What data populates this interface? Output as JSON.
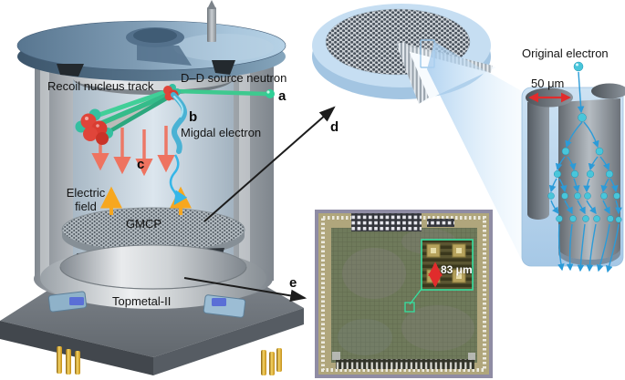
{
  "labels": {
    "recoil_nucleus_track": "Recoil nucleus track",
    "dd_source_neutron": "D–D source neutron",
    "migdal_electron": "Migdal electron",
    "electric_field": {
      "line1": "Electric",
      "line2": "field"
    },
    "gmcp": "GMCP",
    "topmetal": "Topmetal-II",
    "original_electron": "Original electron",
    "channel_diameter_scale": "50 μm",
    "pixel_pitch_scale": "83 μm"
  },
  "panel_markers": {
    "a": "a",
    "b": "b",
    "c": "c",
    "d": "d",
    "e": "e"
  },
  "colors": {
    "lid_steel_blue": "#7e9cb4",
    "chamber_gray": "#cfd3d6",
    "neutron_track_green": "#3ec98f",
    "nucleus_red": "#e0453a",
    "electron_teal": "#45c4d8",
    "drift_arrow_salmon": "#ee7360",
    "field_arrow_orange": "#f7a71f",
    "scale_arrow_red": "#e12c2c",
    "gmcp_disk_blue": "#c6def2",
    "inset_outline_green": "#35e0a0",
    "chip_olive": "#6f7a5b",
    "pin_gold": "#d9a51e",
    "annotation_black": "#1c1c1c"
  }
}
